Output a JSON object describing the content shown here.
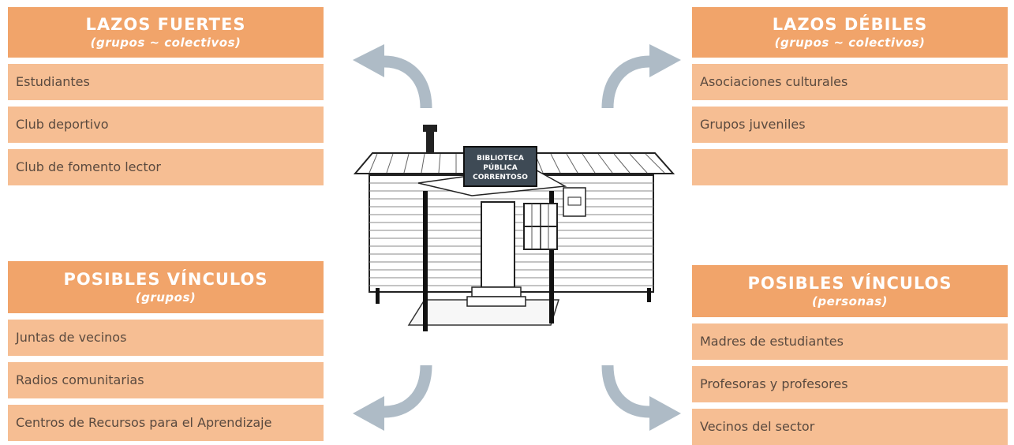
{
  "colors": {
    "header_bg": "#f1a46a",
    "row_bg": "#f6be93",
    "header_text": "#ffffff",
    "row_text": "#5a4a3f",
    "arrow": "#aebbc6"
  },
  "panels": {
    "top_left": {
      "title": "LAZOS FUERTES",
      "subtitle": "(grupos ~ colectivos)",
      "items": [
        "Estudiantes",
        "Club deportivo",
        "Club de fomento lector"
      ]
    },
    "top_right": {
      "title": "LAZOS DÉBILES",
      "subtitle": "(grupos ~ colectivos)",
      "items": [
        "Asociaciones culturales",
        "Grupos juveniles",
        ""
      ]
    },
    "bottom_left": {
      "title": "POSIBLES VÍNCULOS",
      "subtitle": "(grupos)",
      "items": [
        "Juntas de vecinos",
        "Radios comunitarias",
        "Centros de Recursos para el Aprendizaje"
      ]
    },
    "bottom_right": {
      "title": "POSIBLES VÍNCULOS",
      "subtitle": "(personas)",
      "items": [
        "Madres de estudiantes",
        "Profesoras y profesores",
        "Vecinos del sector"
      ]
    }
  },
  "illustration": {
    "sign_lines": [
      "BIBLIOTECA",
      "PÚBLICA",
      "CORRENTOSO"
    ]
  }
}
